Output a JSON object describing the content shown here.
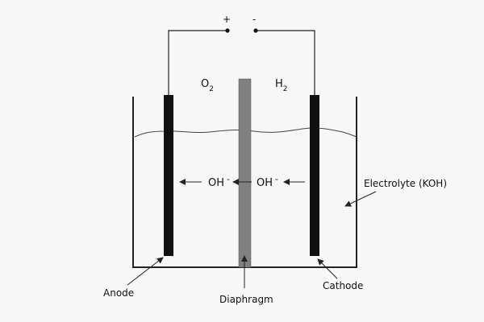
{
  "terminals": {
    "positive": "+",
    "negative": "-"
  },
  "gases": {
    "anode_gas": {
      "base": "O",
      "sub": "2"
    },
    "cathode_gas": {
      "base": "H",
      "sub": "2"
    }
  },
  "ions": {
    "left": {
      "base": "OH",
      "sup": "-"
    },
    "right": {
      "base": "OH",
      "sup": "-"
    }
  },
  "labels": {
    "anode": "Anode",
    "cathode": "Cathode",
    "diaphragm": "Diaphragm",
    "electrolyte": "Electrolyte (KOH)"
  },
  "colors": {
    "electrode": "#111111",
    "diaphragm": "#808080",
    "line": "#222222"
  }
}
